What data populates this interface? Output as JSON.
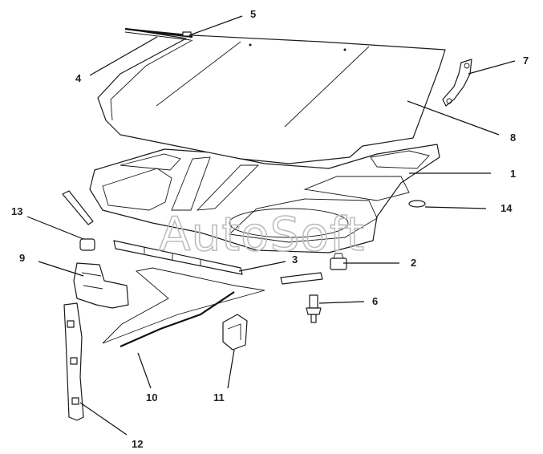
{
  "diagram": {
    "callouts": [
      {
        "id": "1",
        "label": "1"
      },
      {
        "id": "2",
        "label": "2"
      },
      {
        "id": "3",
        "label": "3"
      },
      {
        "id": "4",
        "label": "4"
      },
      {
        "id": "5",
        "label": "5"
      },
      {
        "id": "6",
        "label": "6"
      },
      {
        "id": "7",
        "label": "7"
      },
      {
        "id": "8",
        "label": "8"
      },
      {
        "id": "9",
        "label": "9"
      },
      {
        "id": "10",
        "label": "10"
      },
      {
        "id": "11",
        "label": "11"
      },
      {
        "id": "12",
        "label": "12"
      },
      {
        "id": "13",
        "label": "13"
      },
      {
        "id": "14",
        "label": "14"
      }
    ],
    "watermark": "AutoSoft",
    "colors": {
      "line": "#1a1a1a",
      "watermark": "#bdbdbd",
      "background": "#ffffff"
    }
  }
}
